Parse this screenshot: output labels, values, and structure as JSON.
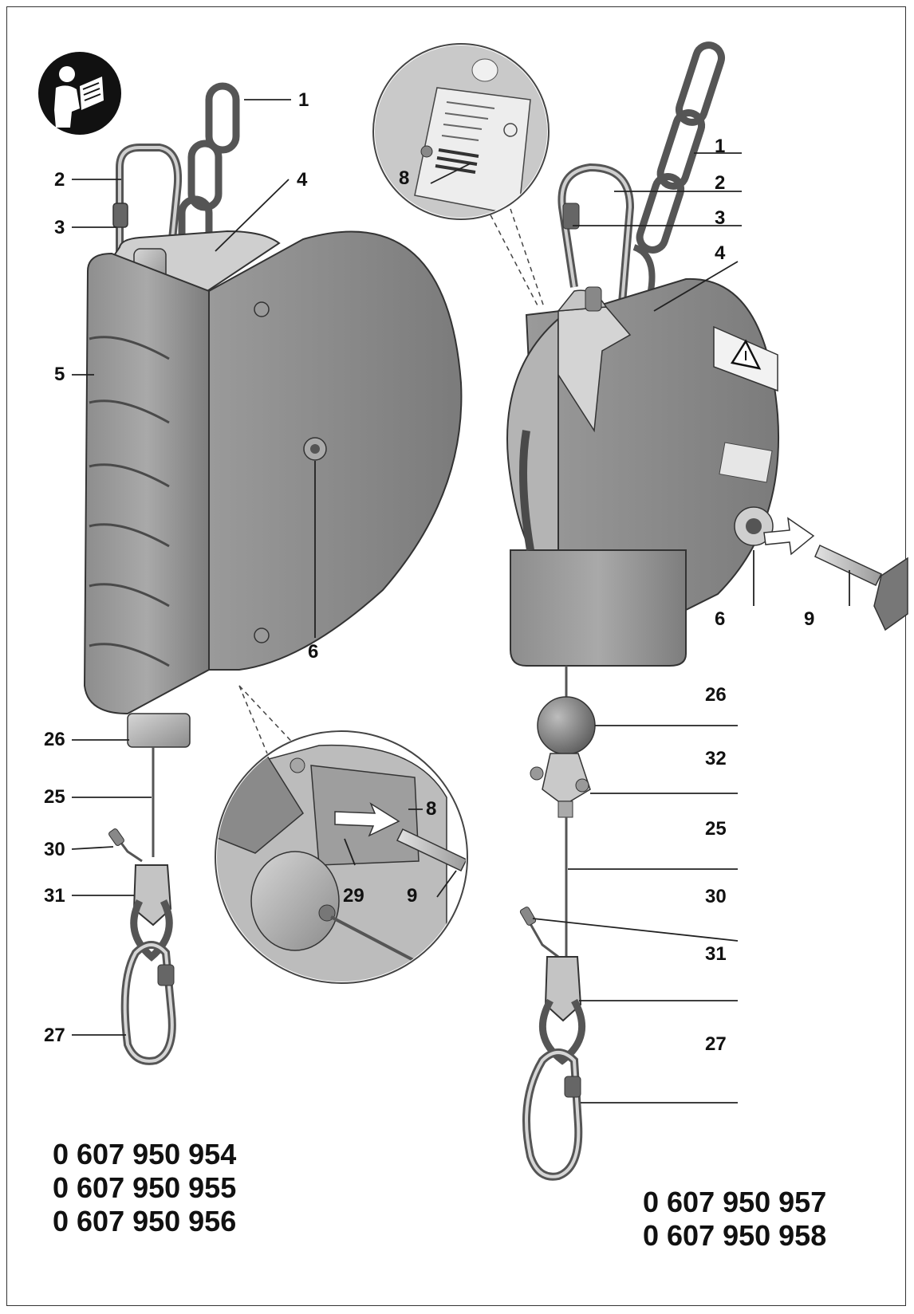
{
  "left_device": {
    "callouts": {
      "chain": "1",
      "carabiner": "2",
      "lock_sleeve": "3",
      "shackle": "4",
      "housing": "5",
      "adjust_socket": "6",
      "cable_stop": "26",
      "cable": "25",
      "safety_wire": "30",
      "cable_clamp": "31",
      "hook": "27"
    },
    "models": [
      "0 607 950 954",
      "0 607 950 955",
      "0 607 950 956"
    ]
  },
  "inset_bottom": {
    "callouts": {
      "label": "8",
      "tool": "9",
      "lock": "29"
    }
  },
  "inset_top": {
    "callouts": {
      "label": "8"
    }
  },
  "right_device": {
    "callouts": {
      "chain": "1",
      "carabiner": "2",
      "lock_sleeve": "3",
      "shackle": "4",
      "adjust_socket": "6",
      "tool": "9",
      "cable_stop": "26",
      "swivel": "32",
      "cable": "25",
      "safety_wire": "30",
      "cable_clamp": "31",
      "hook": "27"
    },
    "models": [
      "0 607 950 957",
      "0 607 950 958"
    ]
  },
  "colors": {
    "housing_dark": "#7a7a7a",
    "housing_mid": "#9c9c9c",
    "housing_light": "#cfcfcf",
    "metal": "#b8b8b8",
    "outline": "#333333"
  }
}
